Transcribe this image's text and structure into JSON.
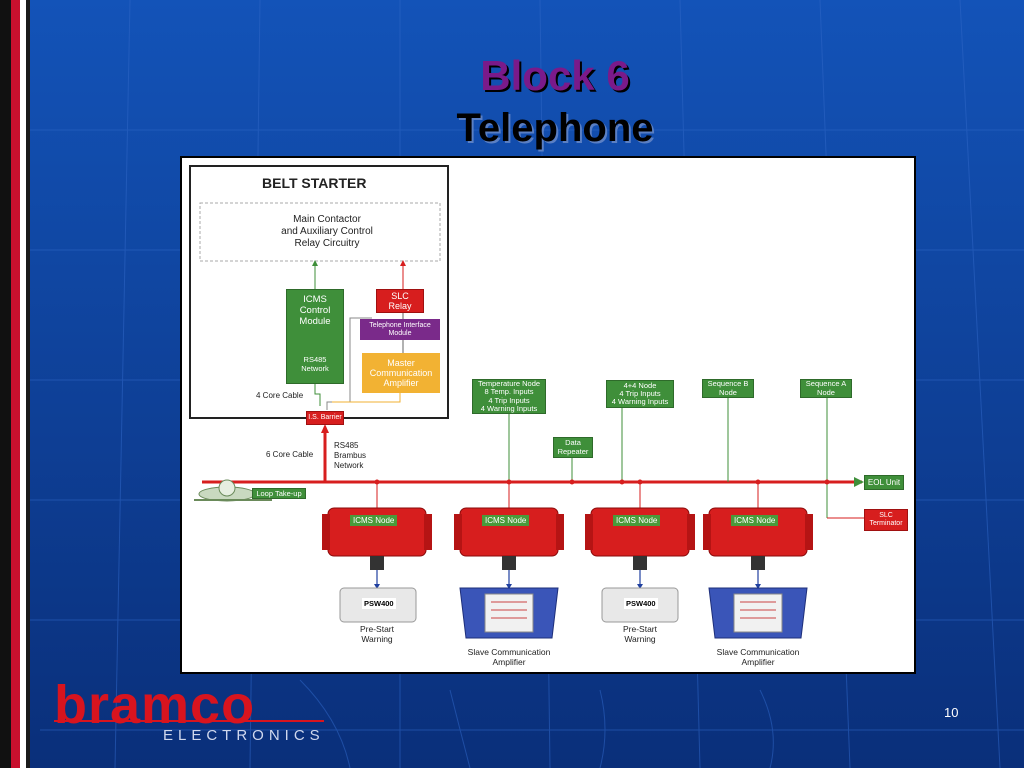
{
  "slide": {
    "title": "Block 6",
    "subtitle": "Telephone",
    "page_number": "10"
  },
  "logo": {
    "brand": "bramco",
    "sub": "ELECTRONICS",
    "color": "#d8141e"
  },
  "colors": {
    "background": "#0d3f97",
    "stripe_red": "#c8102e",
    "node_green": "#3f8f3a",
    "relay_red": "#d71e1e",
    "telephone_purple": "#7a2a8a",
    "amplifier_yellow": "#f2b233"
  },
  "diagram": {
    "belt_starter": {
      "title": "BELT STARTER",
      "circuitry": [
        "Main Contactor",
        "and Auxiliary Control",
        "Relay Circuitry"
      ],
      "icms_control": [
        "ICMS",
        "Control",
        "Module"
      ],
      "rs485_inner": [
        "RS485",
        "Network"
      ],
      "slc_relay": [
        "SLC",
        "Relay"
      ],
      "telephone_interface": [
        "Telephone Interface",
        "Module"
      ],
      "master_comm": [
        "Master",
        "Communication",
        "Amplifier"
      ],
      "four_core": "4 Core Cable",
      "is_barrier": "I.S. Barrier"
    },
    "six_core": "6 Core Cable",
    "rs485_network": [
      "RS485",
      "Brambus",
      "Network"
    ],
    "loop_takeup": "Loop Take-up",
    "eol_unit": "EOL Unit",
    "slc_terminator": [
      "SLC",
      "Terminator"
    ],
    "data_repeater": [
      "Data",
      "Repeater"
    ],
    "temperature_node": [
      "Temperature Node",
      "8 Temp. Inputs",
      "4 Trip Inputs",
      "4 Warning Inputs"
    ],
    "four_four_node": [
      "4+4 Node",
      "4 Trip Inputs",
      "4 Warning Inputs"
    ],
    "sequence_b": [
      "Sequence B",
      "Node"
    ],
    "sequence_a": [
      "Sequence A",
      "Node"
    ],
    "icms_nodes": [
      "ICMS Node",
      "ICMS Node",
      "ICMS Node",
      "ICMS Node"
    ],
    "psw_label": "PSW400",
    "devices": [
      [
        "Pre-Start",
        "Warning"
      ],
      [
        "Slave Communication",
        "Amplifier"
      ],
      [
        "Pre-Start",
        "Warning"
      ],
      [
        "Slave Communication",
        "Amplifier"
      ]
    ]
  }
}
